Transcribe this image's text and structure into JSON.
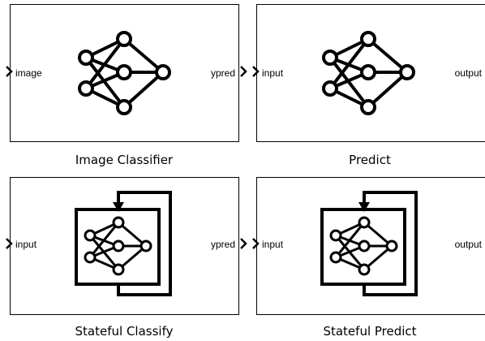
{
  "blocks": [
    {
      "name": "image-classifier",
      "caption": "Image Classifier",
      "input_port": "image",
      "output_port": "ypred",
      "icon": "neural-network-icon",
      "stateful": false
    },
    {
      "name": "predict",
      "caption": "Predict",
      "input_port": "input",
      "output_port": "output",
      "icon": "neural-network-icon",
      "stateful": false
    },
    {
      "name": "stateful-classify",
      "caption": "Stateful Classify",
      "input_port": "input",
      "output_port": "ypred",
      "icon": "stateful-neural-network-icon",
      "stateful": true
    },
    {
      "name": "stateful-predict",
      "caption": "Stateful Predict",
      "input_port": "input",
      "output_port": "output",
      "icon": "stateful-neural-network-icon",
      "stateful": true
    }
  ],
  "colors": {
    "stroke": "#000000",
    "background": "#ffffff"
  }
}
